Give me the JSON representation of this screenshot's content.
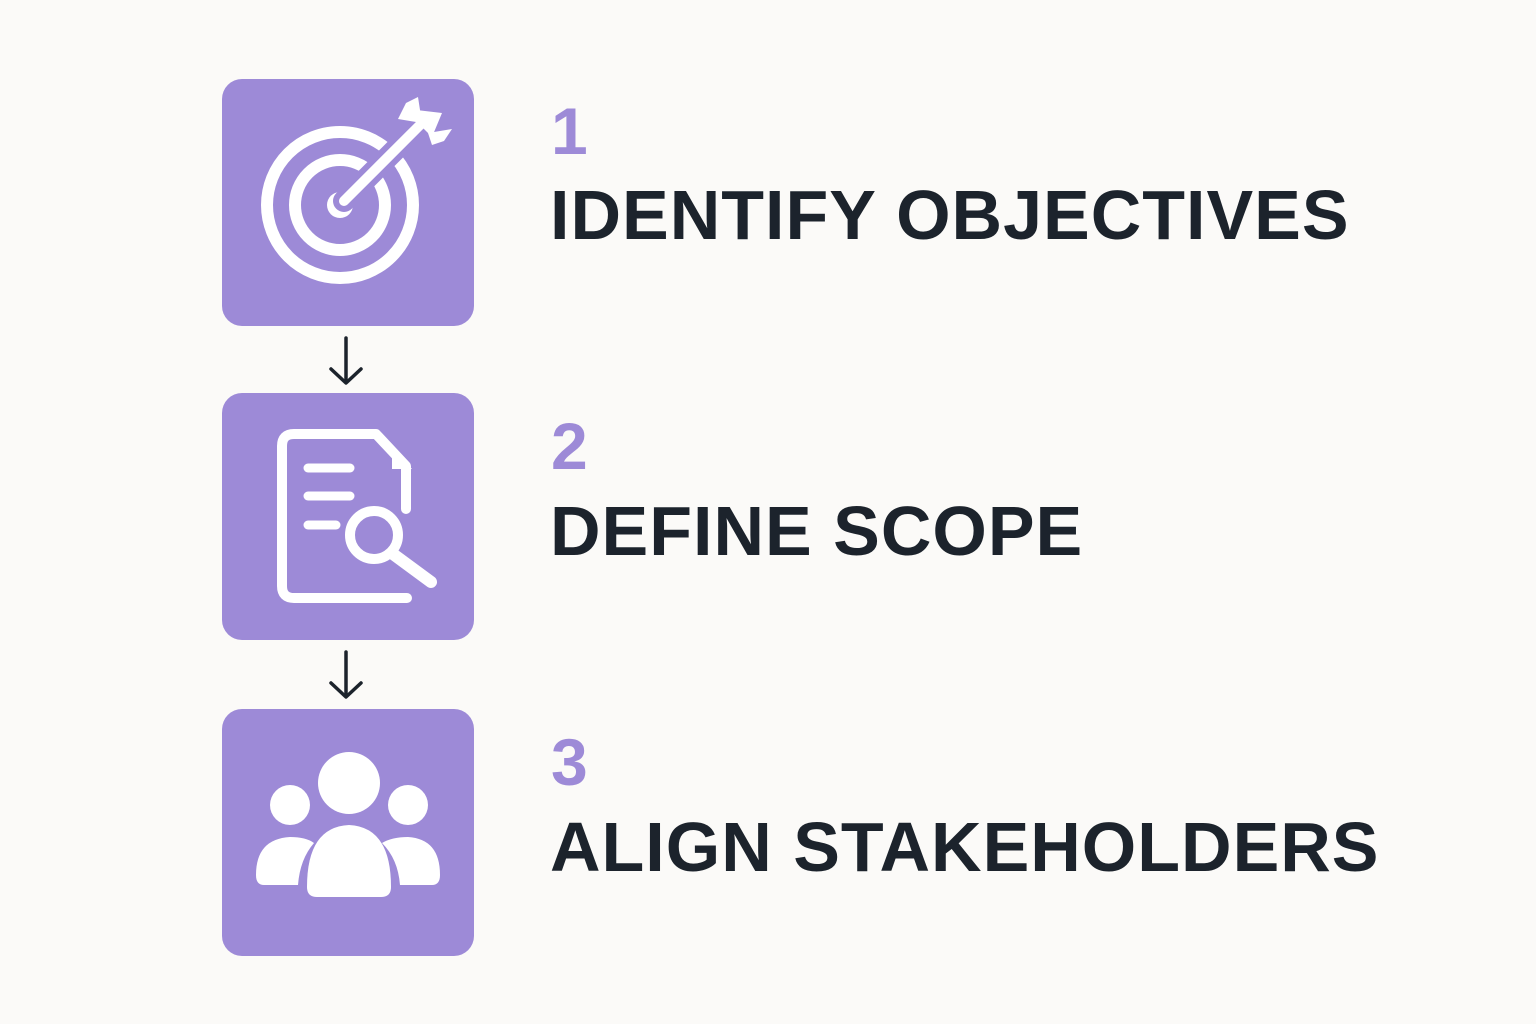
{
  "steps": [
    {
      "number": "1",
      "title": "IDENTIFY OBJECTIVES",
      "icon": "target-icon"
    },
    {
      "number": "2",
      "title": "DEFINE SCOPE",
      "icon": "document-search-icon"
    },
    {
      "number": "3",
      "title": "ALIGN STAKEHOLDERS",
      "icon": "people-group-icon"
    }
  ],
  "colors": {
    "accent": "#9d8ad7",
    "text": "#1c232c",
    "background": "#fbfaf8",
    "icon": "#ffffff"
  }
}
